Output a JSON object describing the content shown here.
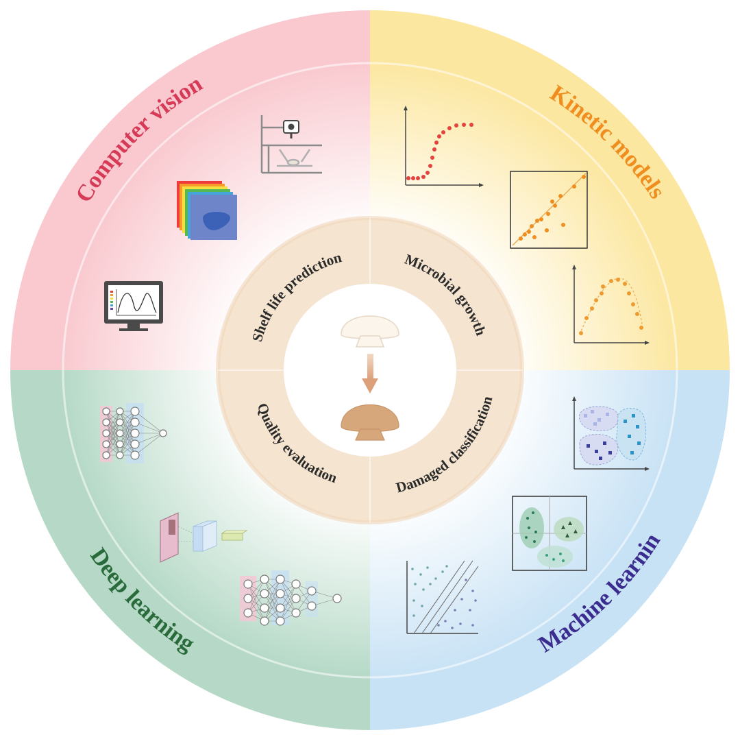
{
  "quadrants": {
    "top_left": {
      "label": "Computer vision",
      "color": "#d63a56",
      "bg": "#f9c9cf"
    },
    "top_right": {
      "label": "Kinetic models",
      "color": "#ef8d1f",
      "bg": "#fce7a0"
    },
    "bottom_right": {
      "label": "Machine learning",
      "color": "#3b2c8f",
      "bg": "#c8e2f5"
    },
    "bottom_left": {
      "label": "Deep learning",
      "color": "#2a6b3b",
      "bg": "#b5d9c6"
    }
  },
  "inner_ring": {
    "top_left": "Shelf life prediction",
    "top_right": "Microbial growth",
    "bottom_right": "Damaged classification",
    "bottom_left": "Quality evaluation"
  },
  "center": {
    "ring_color": "#f5e4cf",
    "mushroom_fresh": "#fbf5ec",
    "mushroom_aged": "#d6a77a",
    "arrow_color": "#dca07a"
  },
  "icons": [
    "camera-rig-icon",
    "hyperspectral-stack-icon",
    "monitor-spectrum-icon",
    "sigmoid-growth-chart-icon",
    "regression-scatter-icon",
    "parabola-scatter-icon",
    "cluster-scatter-icon",
    "quadrant-cluster-icon",
    "svm-margin-icon",
    "neural-network-icon",
    "cnn-icon",
    "deep-network-icon",
    "mushroom-icon"
  ]
}
